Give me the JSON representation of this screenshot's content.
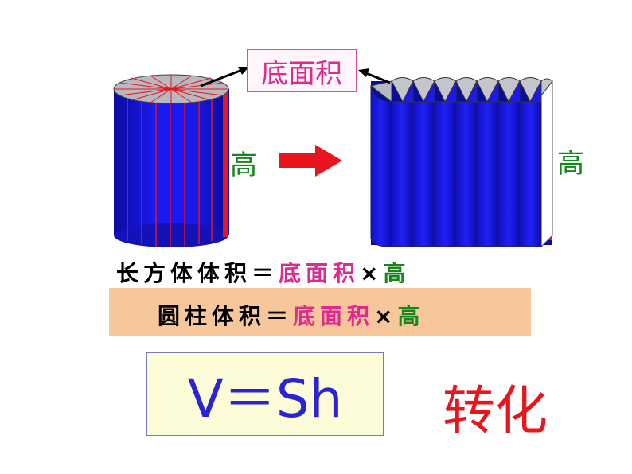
{
  "labels": {
    "base_area": "底面积",
    "height": "高",
    "convert": "转化"
  },
  "formulas": {
    "cuboid": {
      "subject": "长方体体积",
      "equals": "＝",
      "base": "底面积",
      "times": "×",
      "height": "高"
    },
    "cylinder": {
      "subject": "圆柱体积",
      "equals": "＝",
      "base": "底面积",
      "times": "×",
      "height": "高"
    },
    "symbolic": "V＝Sh"
  },
  "colors": {
    "shape_blue": "#1a0ee6",
    "edge_red": "#e8151d",
    "magenta": "#e0288f",
    "green": "#17861c",
    "band_orange": "#f7c79c",
    "formula_blue": "#2a24d6"
  }
}
